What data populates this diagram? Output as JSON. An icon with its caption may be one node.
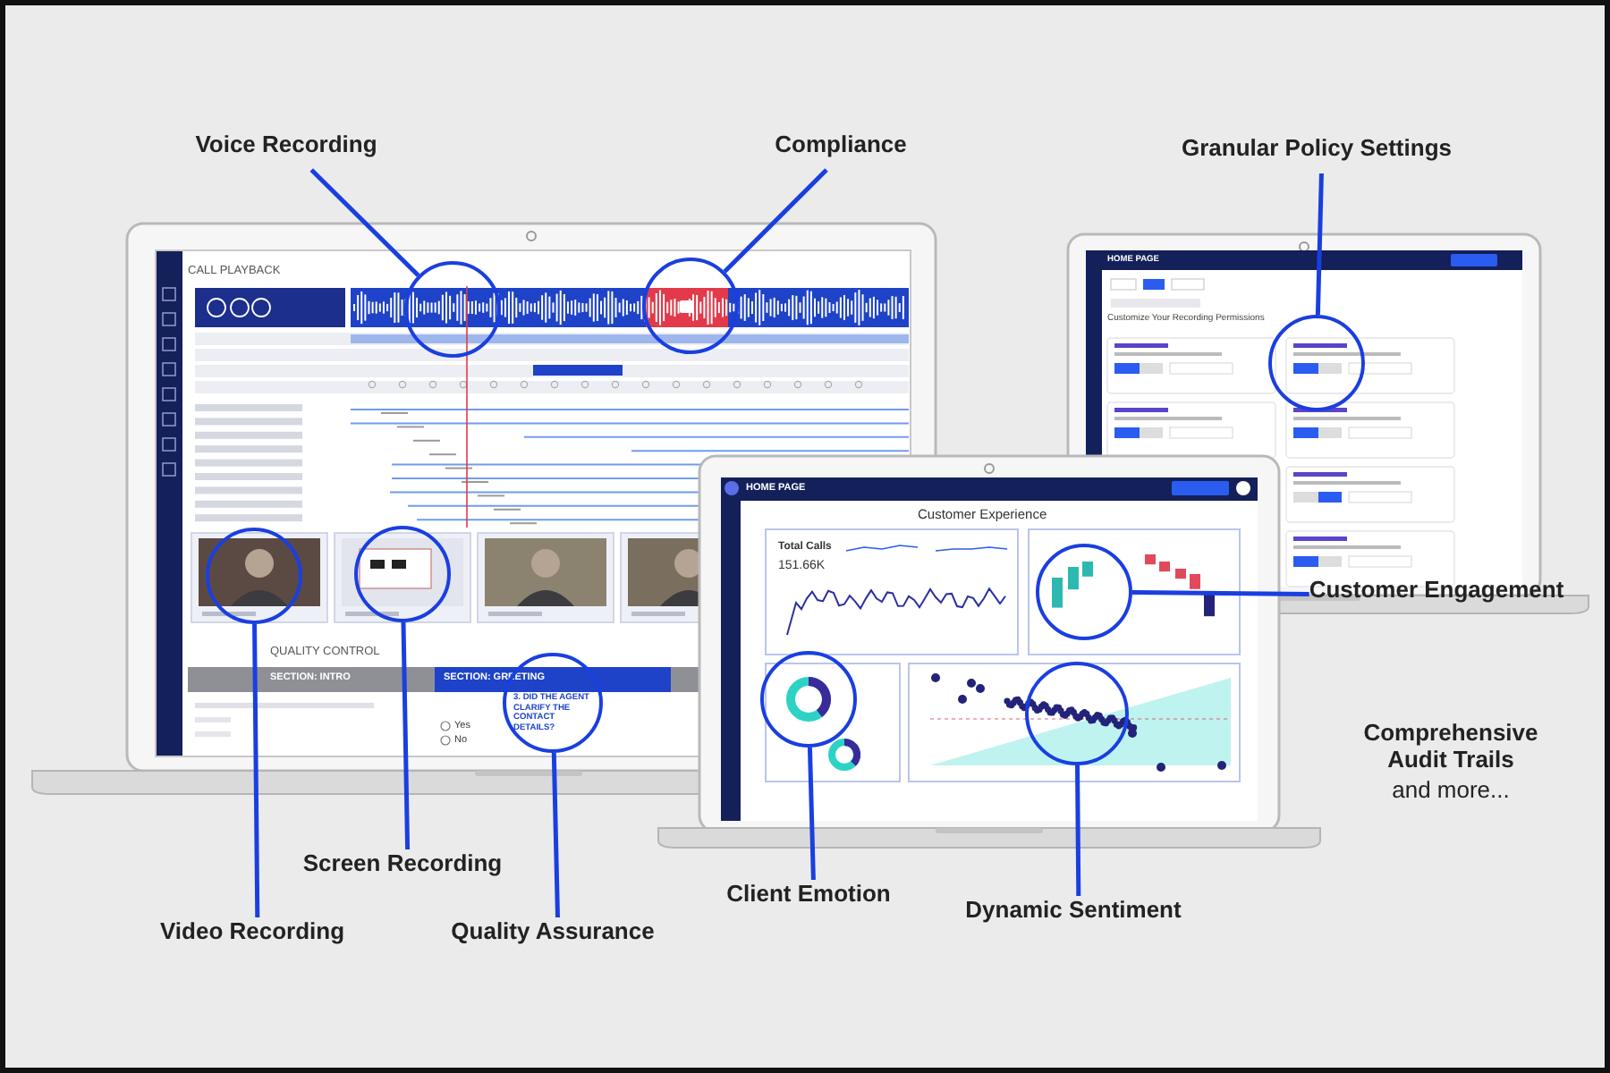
{
  "diagram": {
    "nodes": [
      {
        "text": [
          "Voice Recording"
        ]
      },
      {
        "text": [],
        "shape": "circle"
      },
      {
        "text": [
          "Compliance"
        ]
      },
      {
        "text": [],
        "shape": "circle"
      },
      {
        "text": [
          "Granular Policy Settings"
        ]
      },
      {
        "text": [],
        "shape": "circle"
      },
      {
        "text": [
          "Customer Engagement"
        ]
      },
      {
        "text": [],
        "shape": "circle"
      },
      {
        "text": [
          "Client Emotion"
        ]
      },
      {
        "text": [],
        "shape": "circle"
      },
      {
        "text": [
          "Dynamic Sentiment"
        ]
      },
      {
        "text": [],
        "shape": "circle"
      },
      {
        "text": [
          "Screen Recording"
        ]
      },
      {
        "text": [],
        "shape": "circle"
      },
      {
        "text": [
          "Video Recording"
        ]
      },
      {
        "text": [],
        "shape": "circle"
      },
      {
        "text": [
          "Quality Assurance"
        ]
      },
      {
        "text": [],
        "shape": "circle"
      }
    ],
    "edges": [
      {
        "from": 0,
        "to": 1,
        "arrow": "none"
      },
      {
        "from": 2,
        "to": 3,
        "arrow": "none"
      },
      {
        "from": 4,
        "to": 5,
        "arrow": "none"
      },
      {
        "from": 6,
        "to": 7,
        "arrow": "none"
      },
      {
        "from": 8,
        "to": 9,
        "arrow": "none"
      },
      {
        "from": 10,
        "to": 11,
        "arrow": "none"
      },
      {
        "from": 12,
        "to": 13,
        "arrow": "none"
      },
      {
        "from": 14,
        "to": 15,
        "arrow": "none"
      },
      {
        "from": 16,
        "to": 17,
        "arrow": "none"
      }
    ],
    "labels": [
      "CALL PLAYBACK",
      "QUALITY CONTROL",
      "SECTION: INTRO",
      "SECTION: GREETING",
      "3. DID THE AGENT CLARIFY THE CONTACT DETAILS?",
      "Yes",
      "No",
      "HOME PAGE",
      "Customize Your Recording Permissions",
      "HOME PAGE",
      "Customer Experience",
      "Total Calls",
      "151.66K",
      "Comprehensive Audit Trails",
      "and more..."
    ]
  }
}
